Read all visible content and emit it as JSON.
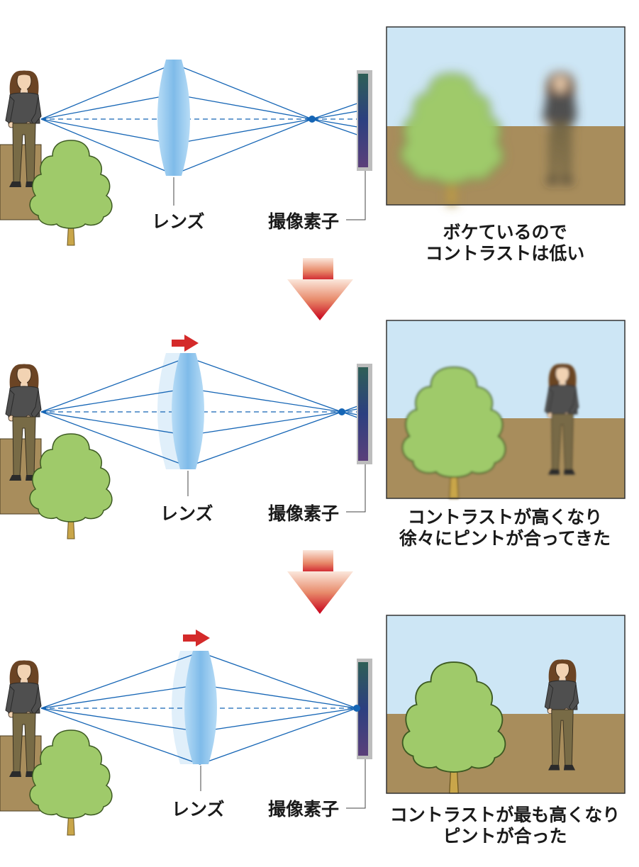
{
  "labels": {
    "lens": "レンズ",
    "sensor": "撮像素子"
  },
  "panels": [
    {
      "caption_line1": "ボケているので",
      "caption_line2": "コントラストは低い"
    },
    {
      "caption_line1": "コントラストが高くなり",
      "caption_line2": "徐々にピントが合ってきた"
    },
    {
      "caption_line1": "コントラストが最も高くなり",
      "caption_line2": "ピントが合った"
    }
  ],
  "colors": {
    "ray": "#1565b5",
    "lens": "#8cc4ee",
    "arrow_top": "#f6d6c4",
    "arrow_bottom": "#c90016",
    "sky": "#cde6f5",
    "ground": "#a88d5c",
    "tree": "#9fca6a"
  }
}
